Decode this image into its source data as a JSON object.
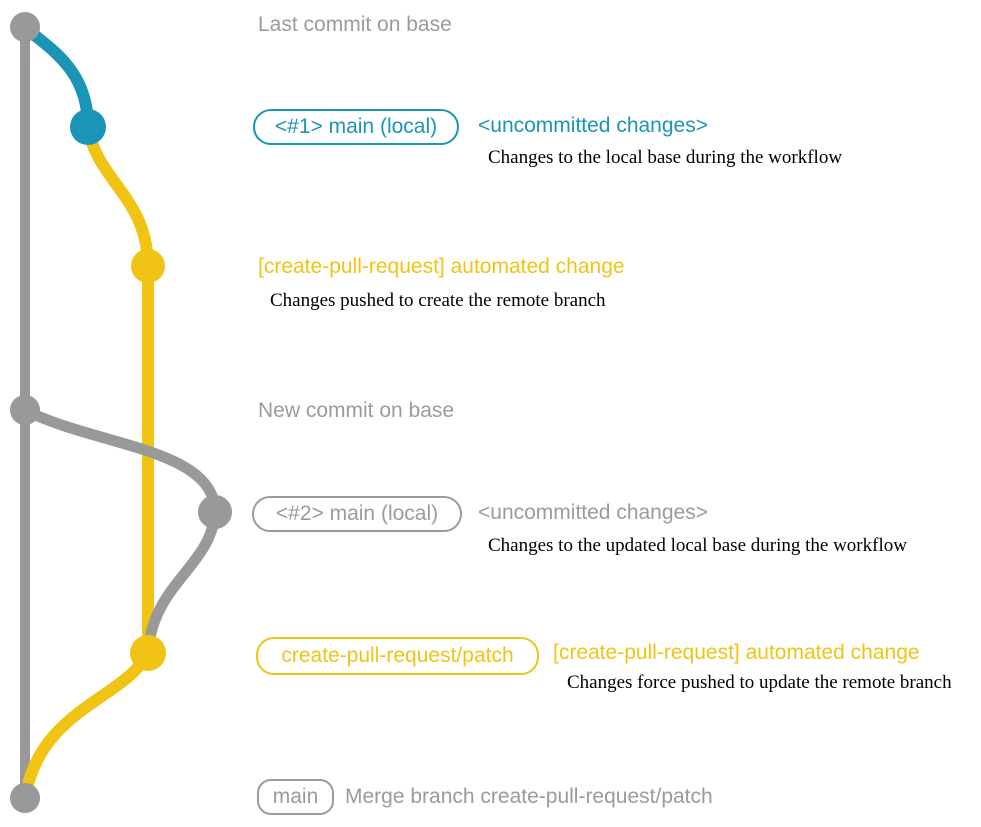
{
  "colors": {
    "gray": "#999999",
    "gray_text": "#9b9b9b",
    "blue": "#1b95b7",
    "yellow": "#f0c314",
    "black": "#000000"
  },
  "graph": {
    "commit_dots": [
      {
        "name": "last-commit-on-base",
        "color": "gray"
      },
      {
        "name": "local-main-commit-1",
        "color": "blue"
      },
      {
        "name": "patch-branch-commit-1",
        "color": "yellow"
      },
      {
        "name": "new-commit-on-base",
        "color": "gray"
      },
      {
        "name": "local-main-commit-2",
        "color": "gray"
      },
      {
        "name": "patch-branch-commit-2",
        "color": "yellow"
      },
      {
        "name": "merge-commit",
        "color": "gray"
      }
    ]
  },
  "annotations": {
    "top_heading": "Last commit on base",
    "mid_heading": "New commit on base",
    "row1": {
      "pill": "<#1> main (local)",
      "status": "<uncommitted changes>",
      "desc": "Changes to the local base during the workflow"
    },
    "row2": {
      "title": "[create-pull-request] automated change",
      "desc": "Changes pushed to create the remote branch"
    },
    "row3": {
      "pill": "<#2> main (local)",
      "status": "<uncommitted changes>",
      "desc": "Changes to the updated local base during the workflow"
    },
    "row4": {
      "pill": "create-pull-request/patch",
      "title": "[create-pull-request] automated change",
      "desc": "Changes force pushed to update the remote branch"
    },
    "row5": {
      "pill": "main",
      "message": "Merge branch create-pull-request/patch"
    }
  }
}
